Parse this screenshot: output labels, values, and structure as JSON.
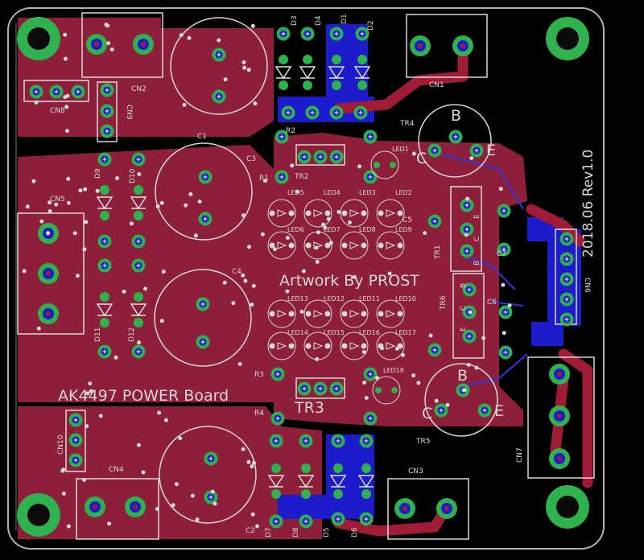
{
  "board": {
    "title": "AK4497 POWER Board",
    "artwork": "Artwork By PROST",
    "revision": "2018.06 Rev1.0"
  },
  "colors": {
    "background": "#000000",
    "copper_top": "#8e1f3a",
    "copper_bottom": "#1c1ccc",
    "trace_top": "#a01c36",
    "pad_ring": "#2fb14e",
    "via": "#d7d7d7",
    "silk": "#d8d8d8",
    "outline": "#b0b0b0"
  },
  "labels": {
    "cn1": "CN1",
    "cn2": "CN2",
    "cn3": "CN3",
    "cn4": "CN4",
    "cn5": "CN5",
    "cn6": "CN6",
    "cn7": "CN7",
    "cn8": "CN8",
    "cn9": "CN9",
    "cn10": "CN10",
    "c1": "C1",
    "c2": "C2",
    "c3": "C3",
    "c4": "C4",
    "c5": "C5",
    "c6": "C6",
    "c7": "C7",
    "r1": "R1",
    "r2": "R2",
    "r3": "R3",
    "r4": "R4",
    "tr1": "TR1",
    "tr2": "TR2",
    "tr3": "TR3",
    "tr4": "TR4",
    "tr5": "TR5",
    "tr6": "TR6",
    "d1": "D1",
    "d2": "D2",
    "d3": "D3",
    "d4": "D4",
    "d5": "D5",
    "d6": "D6",
    "d7": "D7",
    "d8": "D8",
    "d9": "D9",
    "d10": "D10",
    "d11": "D11",
    "d12": "D12",
    "led1": "LED1",
    "led2": "LED2",
    "led3": "LED3",
    "led4": "LED4",
    "led5": "LED5",
    "led6": "LED6",
    "led7": "LED7",
    "led8": "LED8",
    "led9": "LED9",
    "led10": "LED10",
    "led11": "LED11",
    "led12": "LED12",
    "led13": "LED13",
    "led14": "LED14",
    "led15": "LED15",
    "led16": "LED16",
    "led17": "LED17",
    "led18": "LED18",
    "b": "B",
    "c": "C",
    "e": "E"
  }
}
